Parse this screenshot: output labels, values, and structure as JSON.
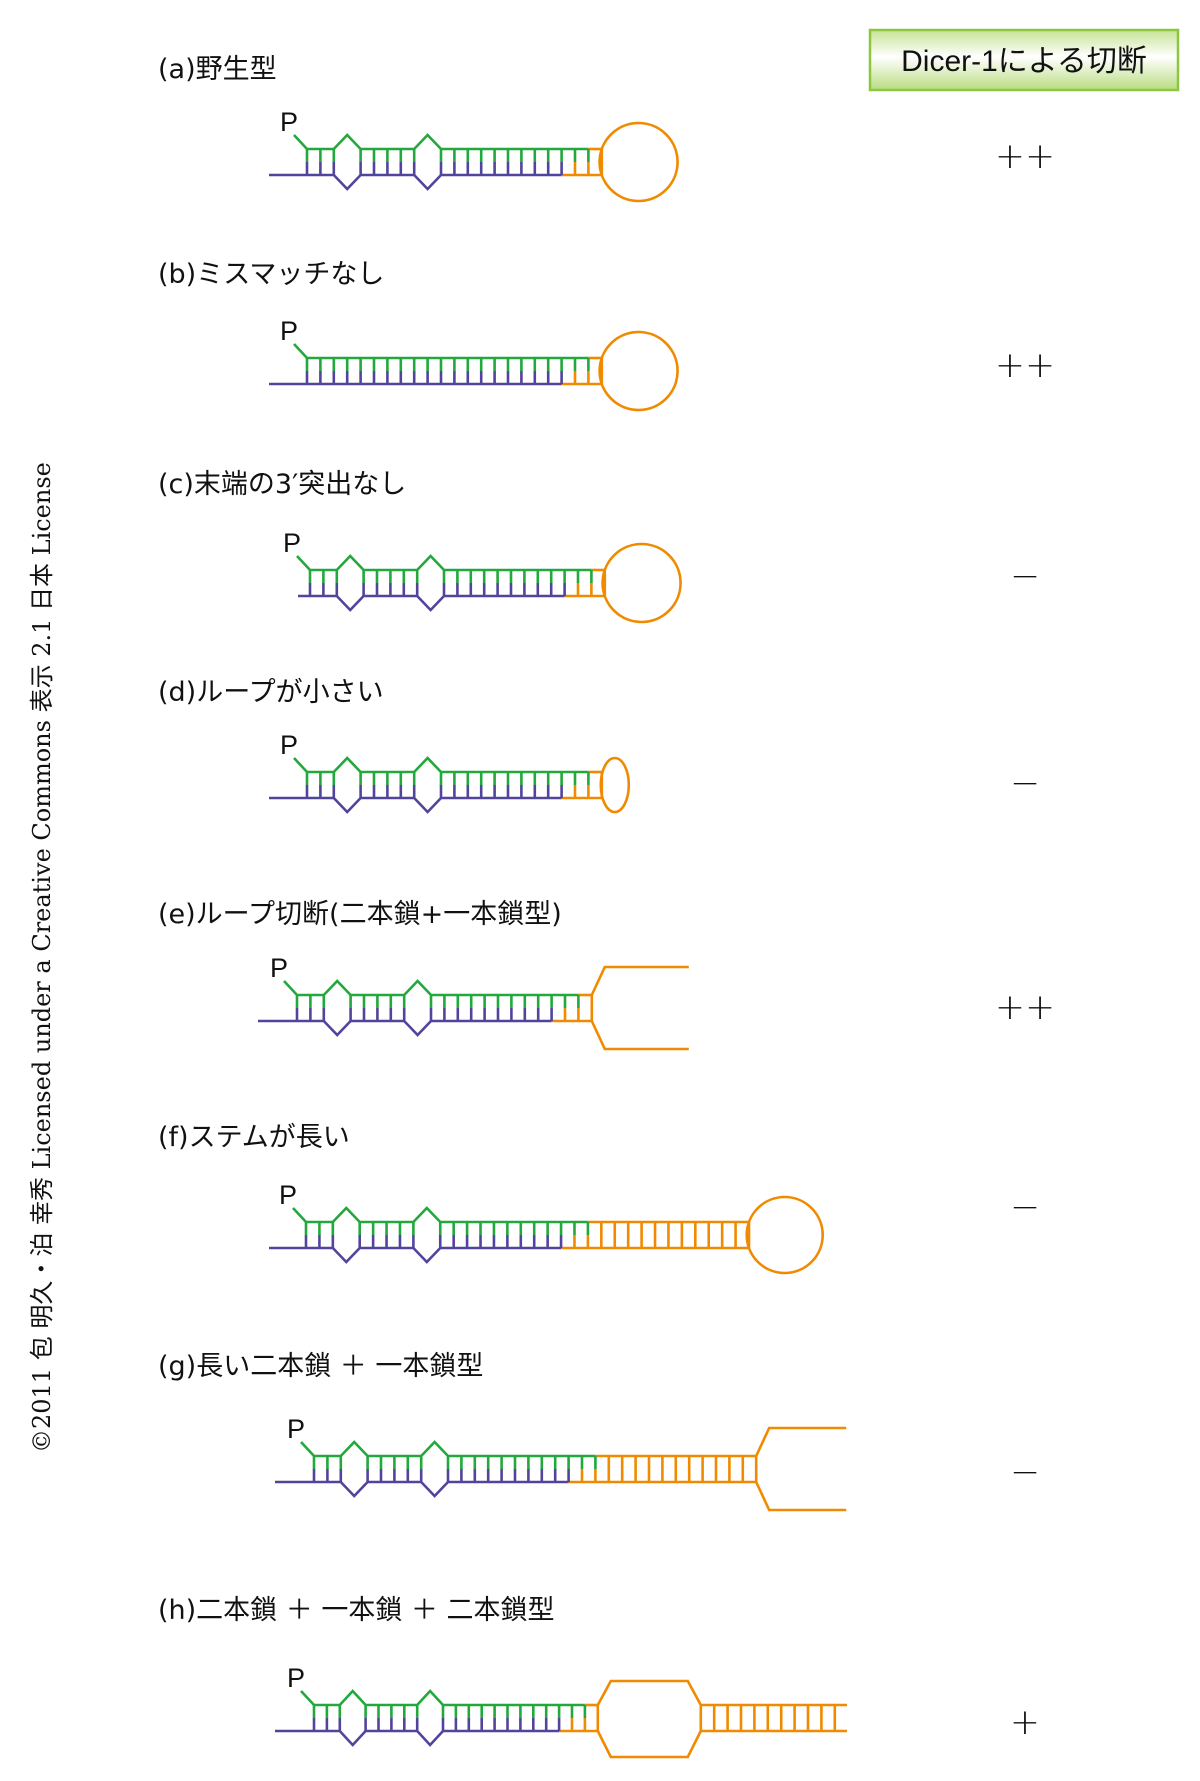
{
  "header": {
    "title": "Dicer-1による切断"
  },
  "copyright": "©2011 包 明久・泊 幸秀 Licensed under a Creative Commons 表示 2.1 日本 License",
  "phosphate_label": "P",
  "colors": {
    "guide": "#22a83c",
    "passenger": "#51449b",
    "loop": "#f08a00",
    "header_border": "#8dc63f"
  },
  "rows": [
    {
      "label": "(a)野生型",
      "result": "++"
    },
    {
      "label": "(b)ミスマッチなし",
      "result": "++"
    },
    {
      "label": "(c)末端の3′突出なし",
      "result": "−"
    },
    {
      "label": "(d)ループが小さい",
      "result": "−"
    },
    {
      "label": "(e)ループ切断(二本鎖+一本鎖型)",
      "result": "++"
    },
    {
      "label": "(f)ステムが長い",
      "result": "−"
    },
    {
      "label": "(g)長い二本鎖 ＋ 一本鎖型",
      "result": "−"
    },
    {
      "label": "(h)二本鎖 ＋ 一本鎖 ＋ 二本鎖型",
      "result": "+"
    }
  ]
}
